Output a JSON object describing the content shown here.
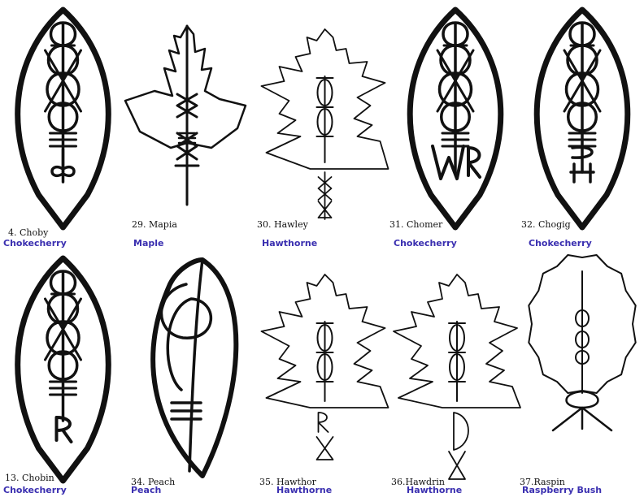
{
  "accent_color": "#3a2fb0",
  "ink_color": "#111111",
  "cells": [
    {
      "label": "4. Choby",
      "plant": "Chokecherry",
      "leaf": "chokecherry-leaf",
      "sigil": "bars-infinity"
    },
    {
      "label": "29. Mapia",
      "plant": "Maple",
      "leaf": "maple-leaf",
      "sigil": "diamond-stack"
    },
    {
      "label": "30. Hawley",
      "plant": "Hawthorne",
      "leaf": "hawthorn-leaf",
      "sigil": "hourglass-stack"
    },
    {
      "label": "31. Chomer",
      "plant": "Chokecherry",
      "leaf": "chokecherry-leaf",
      "sigil": "wr-bind"
    },
    {
      "label": "32. Chogig",
      "plant": "Chokecherry",
      "leaf": "chokecherry-leaf",
      "sigil": "coil-h"
    },
    {
      "label": "13. Chobin",
      "plant": "Chokecherry",
      "leaf": "chokecherry-leaf",
      "sigil": "rp-bind"
    },
    {
      "label": "34. Peach",
      "plant": "Peach",
      "leaf": "peach-leaf",
      "sigil": "spiral-bars"
    },
    {
      "label": "35. Hawthor",
      "plant": "Hawthorne",
      "leaf": "hawthorn-leaf",
      "sigil": "rx-bind"
    },
    {
      "label": "36.Hawdrin",
      "plant": "Hawthorne",
      "leaf": "hawthorn-leaf",
      "sigil": "dx-bind"
    },
    {
      "label": "37.Raspin",
      "plant": "Raspberry Bush",
      "leaf": "raspberry-leaf",
      "sigil": "root-knot"
    }
  ]
}
